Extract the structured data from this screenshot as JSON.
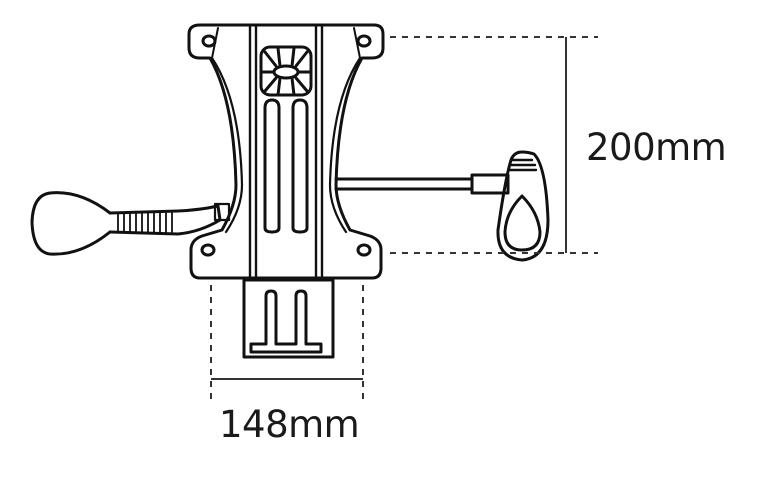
{
  "diagram": {
    "subject": "chair tilt mechanism plate with adjustment levers",
    "stroke_color": "#111111",
    "dimension_line_color": "#333333",
    "background": "#ffffff"
  },
  "dimensions": {
    "height": {
      "label": "200mm",
      "orientation": "vertical"
    },
    "width": {
      "label": "148mm",
      "orientation": "horizontal"
    }
  },
  "parts": {
    "mounting_plate": "top mounting plate with four corner bolt holes",
    "center_knob": "square tension knob",
    "slots": "two vertical slots",
    "base_block": "lower base block with cylinder socket",
    "left_lever": "paddle lever with ribbed grip",
    "right_lever": "teardrop gas-lift lever"
  }
}
